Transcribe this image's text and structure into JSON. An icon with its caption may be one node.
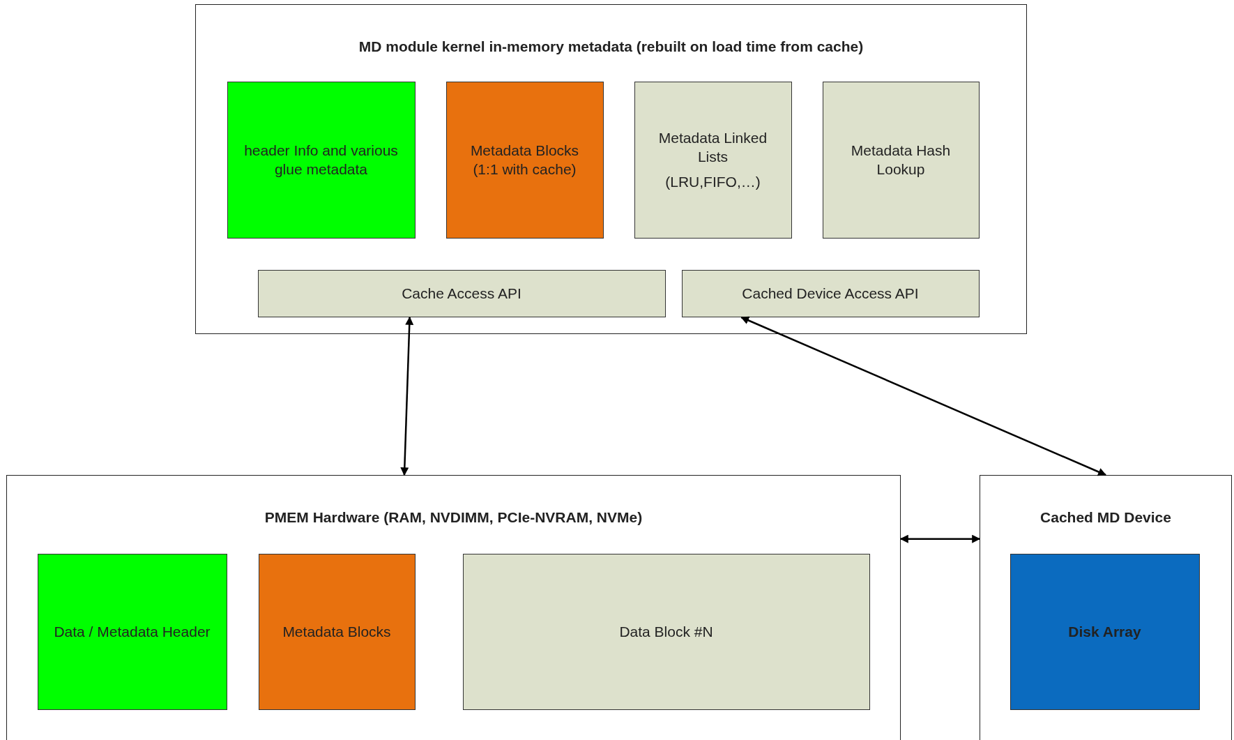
{
  "diagram": {
    "nodes": [
      {
        "text": [
          "MD module kernel in-memory metadata (rebuilt on load time from cache)"
        ]
      },
      {
        "text": [
          "header Info and various glue metadata"
        ],
        "in": 0
      },
      {
        "text": [
          "Metadata Blocks (1:1 with cache)"
        ],
        "in": 0
      },
      {
        "text": [
          "Metadata Linked Lists",
          "(LRU,FIFO,…)"
        ],
        "in": 0
      },
      {
        "text": [
          "Metadata Hash Lookup"
        ],
        "in": 0
      },
      {
        "text": [
          "Cache Access API"
        ],
        "in": 0
      },
      {
        "text": [
          "Cached Device Access API"
        ],
        "in": 0
      },
      {
        "text": [
          "PMEM Hardware (RAM, NVDIMM, PCIe-NVRAM,  NVMe)"
        ]
      },
      {
        "text": [
          "Data / Metadata Header"
        ],
        "in": 7
      },
      {
        "text": [
          "Metadata Blocks"
        ],
        "in": 7
      },
      {
        "text": [
          "Data Block #N"
        ],
        "in": 7
      },
      {
        "text": [
          "Cached MD  Device"
        ]
      },
      {
        "text": [
          "Disk Array"
        ],
        "in": 11
      }
    ],
    "edges": [
      {
        "from": 5,
        "to": 7,
        "arrow": "both"
      },
      {
        "from": 6,
        "to": 11,
        "arrow": "both"
      },
      {
        "from": 7,
        "to": 11,
        "arrow": "both"
      }
    ]
  }
}
